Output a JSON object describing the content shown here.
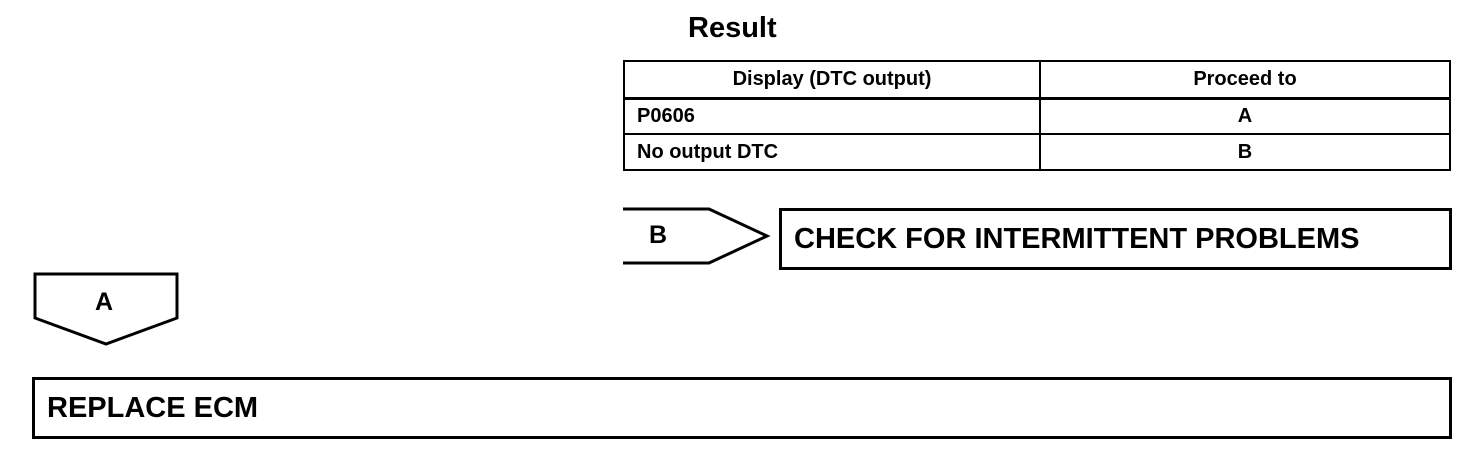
{
  "result": {
    "title": "Result",
    "columns": [
      "Display (DTC output)",
      "Proceed to"
    ],
    "rows": [
      [
        "P0606",
        "A"
      ],
      [
        "No output DTC",
        "B"
      ]
    ]
  },
  "branch_b": {
    "label": "B",
    "action": "CHECK FOR INTERMITTENT PROBLEMS"
  },
  "branch_a": {
    "label": "A",
    "action": "REPLACE ECM"
  }
}
